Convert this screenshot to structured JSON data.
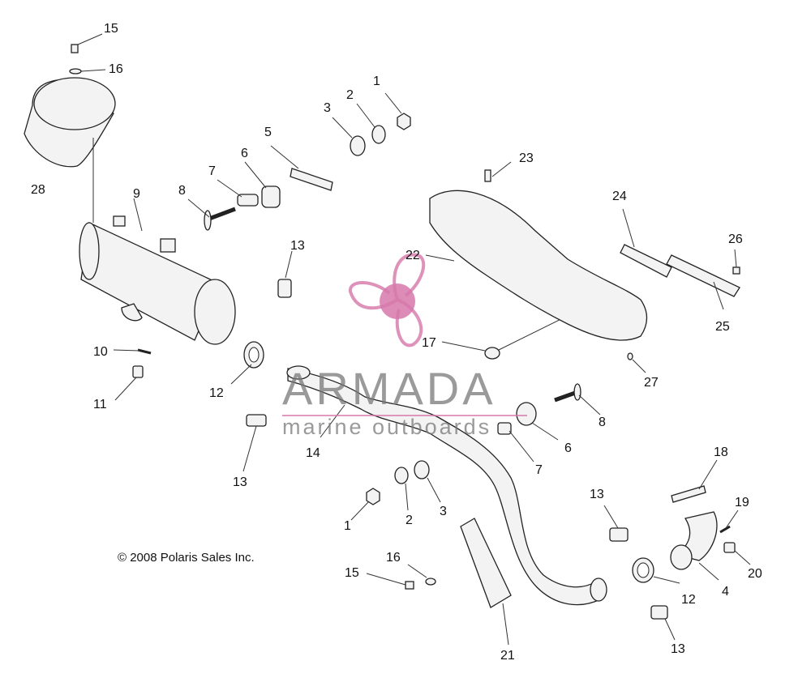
{
  "labels": {
    "l1a": "1",
    "l2a": "2",
    "l3a": "3",
    "l5": "5",
    "l6a": "6",
    "l7a": "7",
    "l8a": "8",
    "l9": "9",
    "l10": "10",
    "l11": "11",
    "l12a": "12",
    "l13a": "13",
    "l13b": "13",
    "l14": "14",
    "l15a": "15",
    "l16a": "16",
    "l17": "17",
    "l22": "22",
    "l23": "23",
    "l24": "24",
    "l25": "25",
    "l26": "26",
    "l27": "27",
    "l28": "28",
    "l8b": "8",
    "l6b": "6",
    "l7b": "7",
    "l1b": "1",
    "l2b": "2",
    "l3b": "3",
    "l13c": "13",
    "l16b": "16",
    "l15b": "15",
    "l18": "18",
    "l19": "19",
    "l20": "20",
    "l4": "4",
    "l12b": "12",
    "l13d": "13",
    "l21": "21"
  },
  "copyright": "© 2008 Polaris Sales Inc.",
  "watermark": {
    "title": "ARMADA",
    "subtitle": "marine outboards",
    "accent_color": "#d678aa",
    "text_color": "#787878"
  },
  "logo_icon": "propeller-icon"
}
